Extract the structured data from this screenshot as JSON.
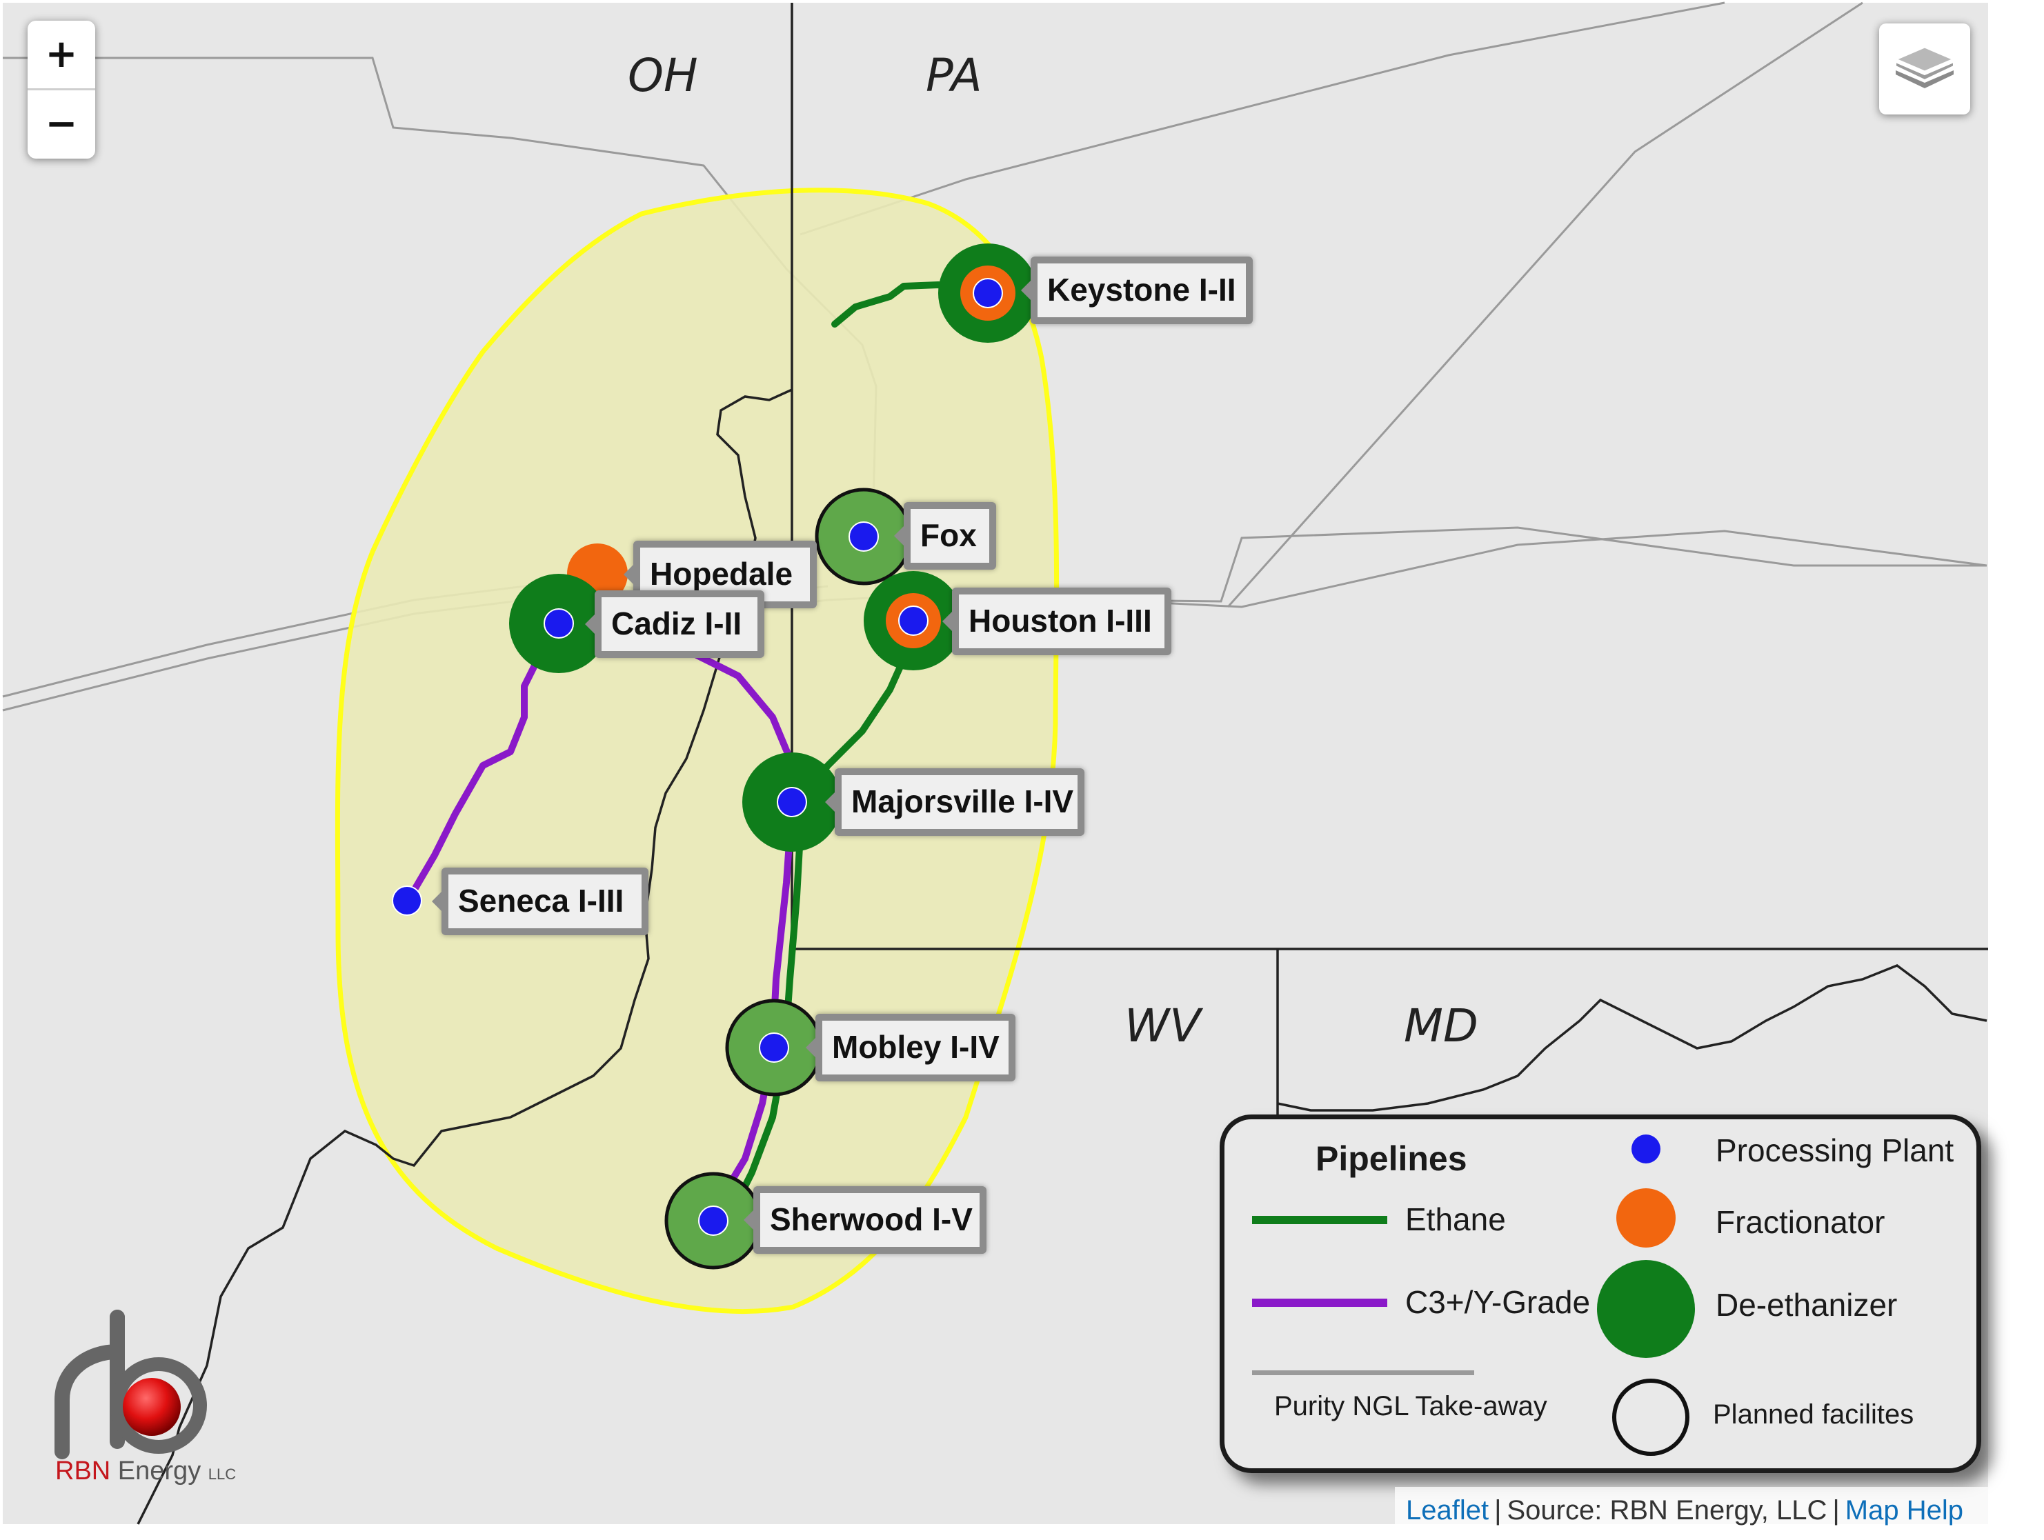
{
  "states": [
    "OH",
    "PA",
    "WV",
    "MD"
  ],
  "facilities": [
    {
      "id": "keystone",
      "label": "Keystone I-II",
      "dot": "blue-dot",
      "fractionator": true,
      "deethanizer": "existing"
    },
    {
      "id": "fox",
      "label": "Fox",
      "dot": "blue-dot",
      "fractionator": false,
      "deethanizer": "planned"
    },
    {
      "id": "hopedale",
      "label": "Hopedale",
      "dot": "none",
      "fractionator": true,
      "deethanizer": "none"
    },
    {
      "id": "cadiz",
      "label": "Cadiz I-II",
      "dot": "blue-dot",
      "fractionator": false,
      "deethanizer": "existing"
    },
    {
      "id": "houston",
      "label": "Houston I-III",
      "dot": "blue-dot",
      "fractionator": true,
      "deethanizer": "existing"
    },
    {
      "id": "majorsville",
      "label": "Majorsville I-IV",
      "dot": "blue-dot",
      "fractionator": false,
      "deethanizer": "existing"
    },
    {
      "id": "seneca",
      "label": "Seneca I-III",
      "dot": "blue-dot",
      "fractionator": false,
      "deethanizer": "none"
    },
    {
      "id": "mobley",
      "label": "Mobley I-IV",
      "dot": "blue-dot",
      "fractionator": false,
      "deethanizer": "planned"
    },
    {
      "id": "sherwood",
      "label": "Sherwood I-V",
      "dot": "blue-dot",
      "fractionator": false,
      "deethanizer": "planned"
    }
  ],
  "colors": {
    "map_bg": "#e7e7e7",
    "region_fill": "#eaeab6",
    "region_stroke": "#ffff1a",
    "ethane": "#0f7d1b",
    "c3": "#8a19c9",
    "purity": "#9a9a9a",
    "processing": "#1a1aee",
    "fractionator": "#f2660f",
    "deethanizer": "#0f7d1b",
    "planned": "#5fa84a",
    "border": "#222222"
  },
  "controls": {
    "zoom_in": "+",
    "zoom_out": "−",
    "layers_icon": "layers-icon"
  },
  "legend": {
    "pipelines_title": "Pipelines",
    "ethane": "Ethane",
    "c3": "C3+/Y-Grade",
    "purity": "Purity NGL Take-away",
    "processing": "Processing Plant",
    "fractionator": "Fractionator",
    "deethanizer": "De-ethanizer",
    "planned": "Planned facilites"
  },
  "attribution": {
    "leaflet": "Leaflet",
    "source": "Source: RBN Energy, LLC",
    "help": "Map Help",
    "sep": "|"
  },
  "logo": {
    "text_red": "RBN",
    "text": " Energy",
    "suffix": "LLC"
  }
}
